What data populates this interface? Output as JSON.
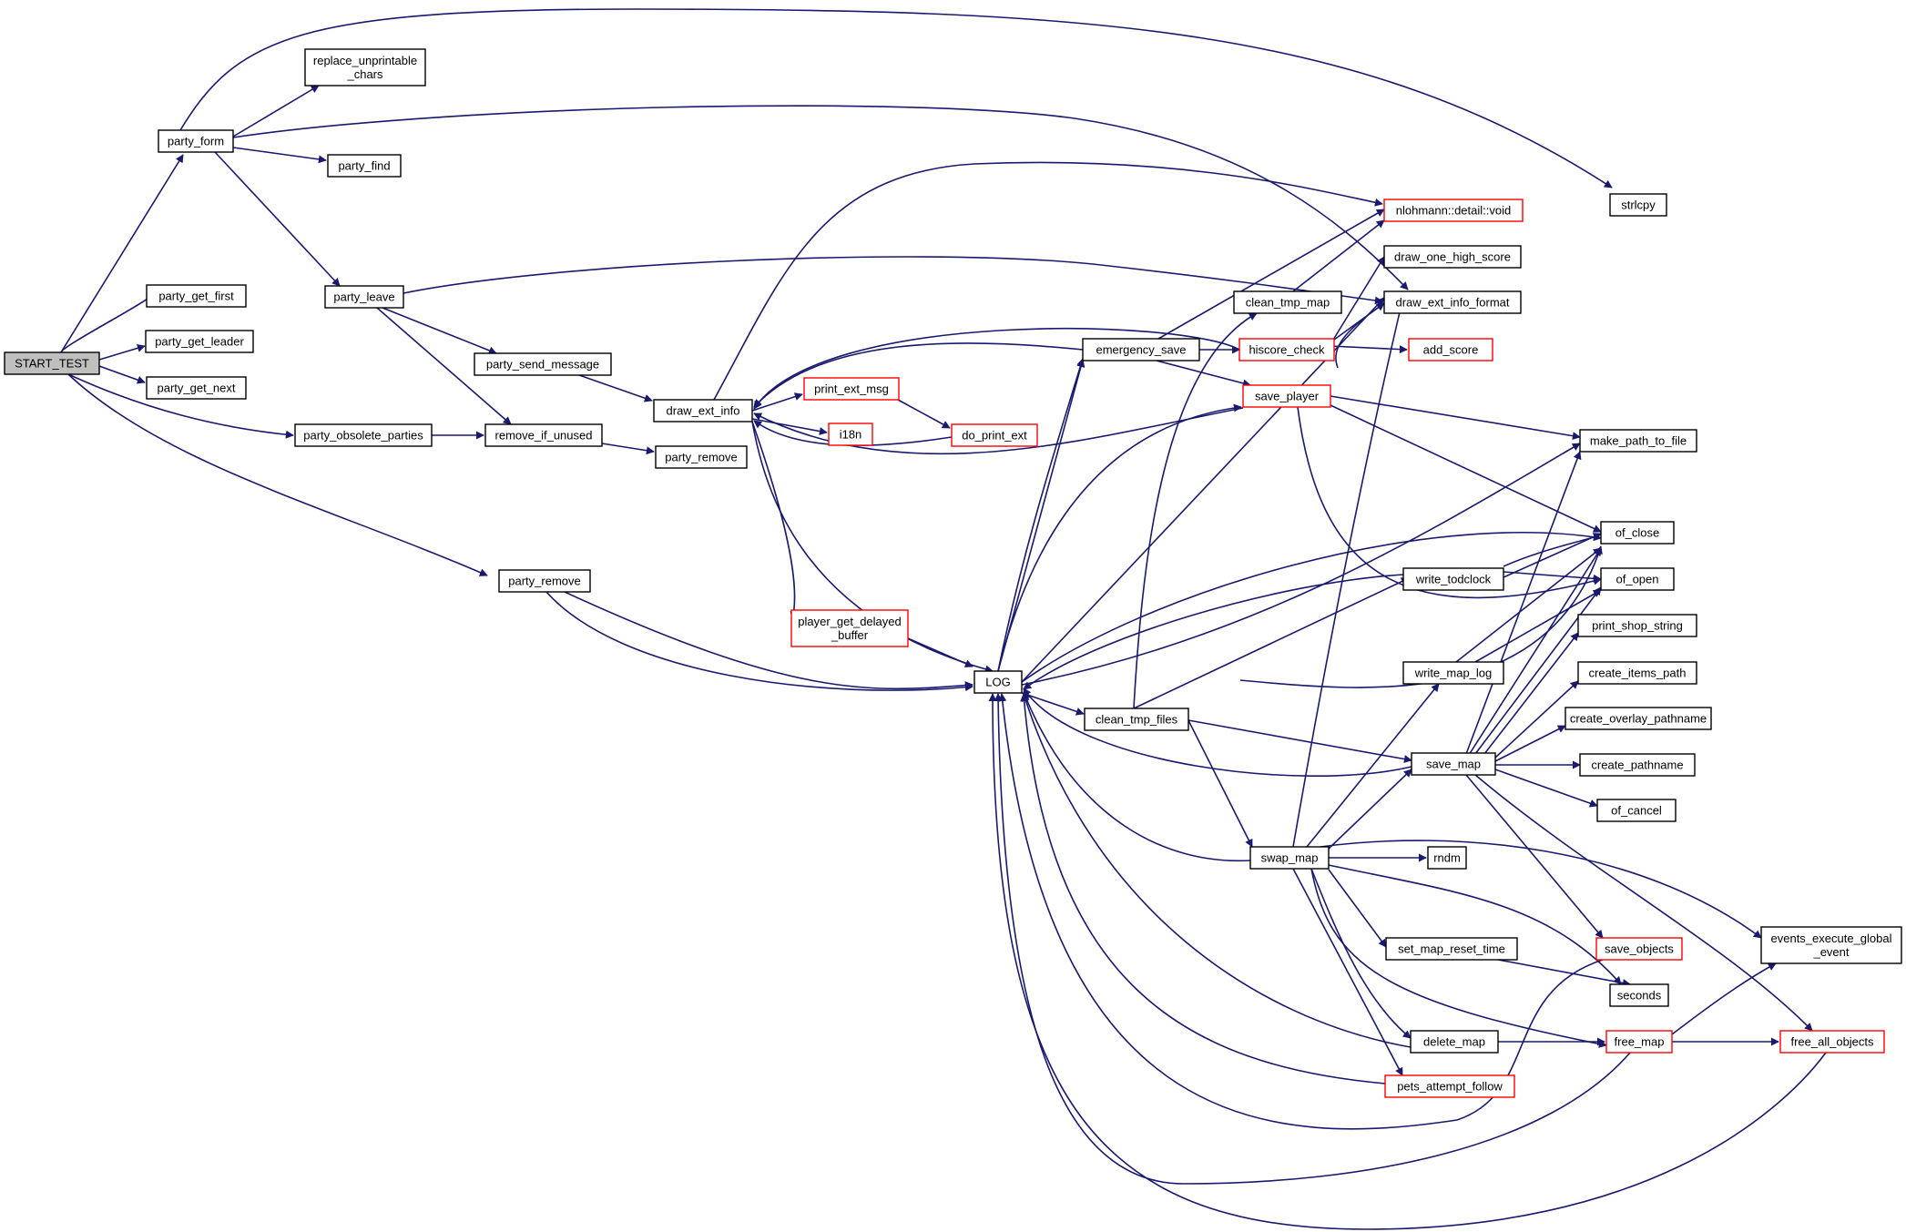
{
  "graph": {
    "colors": {
      "edge": "#191970",
      "node_border": "#000000",
      "truncated_border": "#ff0000",
      "root_fill": "#bfbfbf",
      "background": "#ffffff"
    },
    "nodes": [
      {
        "id": "start_test",
        "lines": [
          "START_TEST"
        ],
        "root": true
      },
      {
        "id": "party_form",
        "lines": [
          "party_form"
        ]
      },
      {
        "id": "replace_unprintable",
        "lines": [
          "replace_unprintable",
          "_chars"
        ]
      },
      {
        "id": "party_find",
        "lines": [
          "party_find"
        ]
      },
      {
        "id": "party_get_first",
        "lines": [
          "party_get_first"
        ]
      },
      {
        "id": "party_get_leader",
        "lines": [
          "party_get_leader"
        ]
      },
      {
        "id": "party_get_next",
        "lines": [
          "party_get_next"
        ]
      },
      {
        "id": "party_leave",
        "lines": [
          "party_leave"
        ]
      },
      {
        "id": "party_send_message",
        "lines": [
          "party_send_message"
        ]
      },
      {
        "id": "party_obsolete_parties",
        "lines": [
          "party_obsolete_parties"
        ]
      },
      {
        "id": "remove_if_unused",
        "lines": [
          "remove_if_unused"
        ]
      },
      {
        "id": "party_remove_a",
        "lines": [
          "party_remove"
        ]
      },
      {
        "id": "party_remove_b",
        "lines": [
          "party_remove"
        ]
      },
      {
        "id": "draw_ext_info",
        "lines": [
          "draw_ext_info"
        ]
      },
      {
        "id": "print_ext_msg",
        "lines": [
          "print_ext_msg"
        ],
        "truncated": true
      },
      {
        "id": "i18n",
        "lines": [
          "i18n"
        ],
        "truncated": true
      },
      {
        "id": "do_print_ext",
        "lines": [
          "do_print_ext"
        ],
        "truncated": true
      },
      {
        "id": "player_get_delayed",
        "lines": [
          "player_get_delayed",
          "_buffer"
        ],
        "truncated": true
      },
      {
        "id": "log",
        "lines": [
          "LOG"
        ]
      },
      {
        "id": "emergency_save",
        "lines": [
          "emergency_save"
        ]
      },
      {
        "id": "clean_tmp_map",
        "lines": [
          "clean_tmp_map"
        ]
      },
      {
        "id": "clean_tmp_files",
        "lines": [
          "clean_tmp_files"
        ]
      },
      {
        "id": "hiscore_check",
        "lines": [
          "hiscore_check"
        ],
        "truncated": true
      },
      {
        "id": "save_player",
        "lines": [
          "save_player"
        ],
        "truncated": true
      },
      {
        "id": "nlohmann_void",
        "lines": [
          "nlohmann::detail::void"
        ],
        "truncated": true
      },
      {
        "id": "draw_one_high_score",
        "lines": [
          "draw_one_high_score"
        ]
      },
      {
        "id": "draw_ext_info_format",
        "lines": [
          "draw_ext_info_format"
        ]
      },
      {
        "id": "add_score",
        "lines": [
          "add_score"
        ],
        "truncated": true
      },
      {
        "id": "strlcpy",
        "lines": [
          "strlcpy"
        ]
      },
      {
        "id": "make_path_to_file",
        "lines": [
          "make_path_to_file"
        ]
      },
      {
        "id": "of_close",
        "lines": [
          "of_close"
        ]
      },
      {
        "id": "of_open",
        "lines": [
          "of_open"
        ]
      },
      {
        "id": "write_todclock",
        "lines": [
          "write_todclock"
        ]
      },
      {
        "id": "print_shop_string",
        "lines": [
          "print_shop_string"
        ]
      },
      {
        "id": "write_map_log",
        "lines": [
          "write_map_log"
        ]
      },
      {
        "id": "create_items_path",
        "lines": [
          "create_items_path"
        ]
      },
      {
        "id": "create_overlay_pathname",
        "lines": [
          "create_overlay_pathname"
        ]
      },
      {
        "id": "save_map",
        "lines": [
          "save_map"
        ]
      },
      {
        "id": "create_pathname",
        "lines": [
          "create_pathname"
        ]
      },
      {
        "id": "of_cancel",
        "lines": [
          "of_cancel"
        ]
      },
      {
        "id": "swap_map",
        "lines": [
          "swap_map"
        ]
      },
      {
        "id": "rndm",
        "lines": [
          "rndm"
        ]
      },
      {
        "id": "events_execute_global",
        "lines": [
          "events_execute_global",
          "_event"
        ]
      },
      {
        "id": "set_map_reset_time",
        "lines": [
          "set_map_reset_time"
        ]
      },
      {
        "id": "save_objects",
        "lines": [
          "save_objects"
        ],
        "truncated": true
      },
      {
        "id": "seconds",
        "lines": [
          "seconds"
        ]
      },
      {
        "id": "delete_map",
        "lines": [
          "delete_map"
        ]
      },
      {
        "id": "free_map",
        "lines": [
          "free_map"
        ],
        "truncated": true
      },
      {
        "id": "free_all_objects",
        "lines": [
          "free_all_objects"
        ],
        "truncated": true
      },
      {
        "id": "pets_attempt_follow",
        "lines": [
          "pets_attempt_follow"
        ],
        "truncated": true
      }
    ]
  }
}
